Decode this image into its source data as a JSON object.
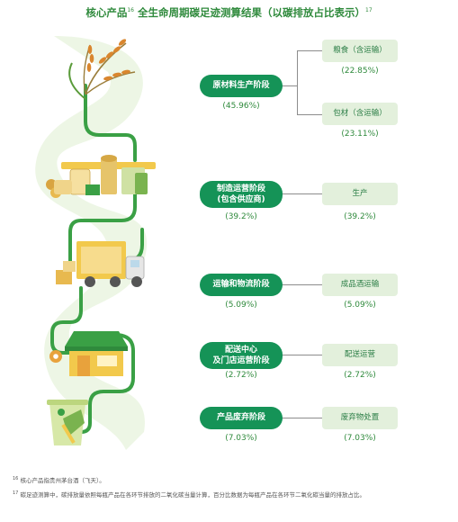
{
  "title": {
    "part1": "核心产品",
    "ref1": "16",
    "part2": "全生命周期碳足迹测算结果（以碳排放占比表示）",
    "ref2": "17"
  },
  "stages": [
    {
      "label": "原材料生产阶段",
      "percent": "(45.96%)"
    },
    {
      "label_line1": "制造运营阶段",
      "label_line2": "(包含供应商)",
      "percent": "(39.2%)"
    },
    {
      "label": "运输和物流阶段",
      "percent": "(5.09%)"
    },
    {
      "label_line1": "配送中心",
      "label_line2": "及门店运营阶段",
      "percent": "(2.72%)"
    },
    {
      "label": "产品废弃阶段",
      "percent": "(7.03%)"
    }
  ],
  "details": [
    {
      "label": "粮食（含运输）",
      "percent": "(22.85%)"
    },
    {
      "label": "包材（含运输）",
      "percent": "(23.11%)"
    },
    {
      "label": "生产",
      "percent": "(39.2%)"
    },
    {
      "label": "成品酒运输",
      "percent": "(5.09%)"
    },
    {
      "label": "配送运营",
      "percent": "(2.72%)"
    },
    {
      "label": "废弃物处置",
      "percent": "(7.03%)"
    }
  ],
  "notes": [
    {
      "ref": "16",
      "text": "核心产品指贵州茅台酒（飞天）。"
    },
    {
      "ref": "17",
      "text": "碳足迹测算中，碳排放量依照每瓶产品在各环节排放的二氧化碳当量计算，百分比数据为每瓶产品在各环节二氧化碳当量的排放占比。"
    }
  ],
  "colors": {
    "brand_green": "#159357",
    "title_green": "#2f8a3c",
    "box_fill": "#e3f0dc",
    "path_green": "#3aa045"
  },
  "icons": [
    "wheat-icon",
    "factory-icon",
    "truck-icon",
    "store-icon",
    "recycle-bin-icon"
  ]
}
